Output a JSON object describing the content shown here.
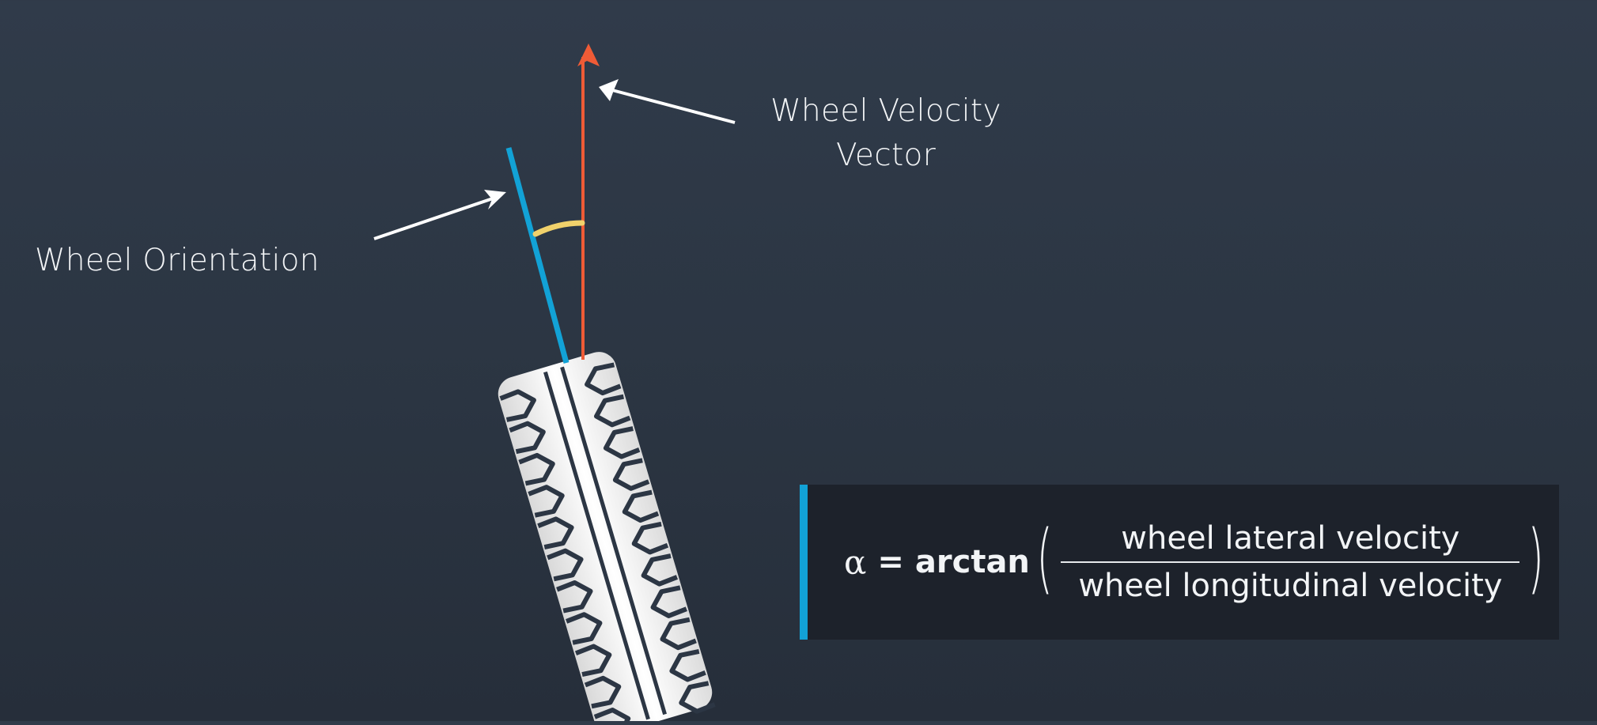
{
  "labels": {
    "wheel_orientation": "Wheel Orientation",
    "wheel_velocity_line1": "Wheel Velocity",
    "wheel_velocity_line2": "Vector"
  },
  "formula": {
    "symbol": "α",
    "equals": "=",
    "function": "arctan",
    "left_paren": "(",
    "right_paren": ")",
    "numerator": "wheel lateral velocity",
    "denominator": "wheel longitudinal velocity"
  },
  "colors": {
    "background": "#2c3644",
    "velocity_vector": "#ef5b36",
    "orientation_line": "#12a2d6",
    "angle_arc": "#f1d26b",
    "annotation_arrows": "#ffffff",
    "tire": "#f1f1f1",
    "formula_panel": "#1d222b",
    "formula_accent": "#12a2d6"
  },
  "icons": {
    "tire": "tire-tread-icon",
    "arrowhead": "arrowhead-icon"
  }
}
